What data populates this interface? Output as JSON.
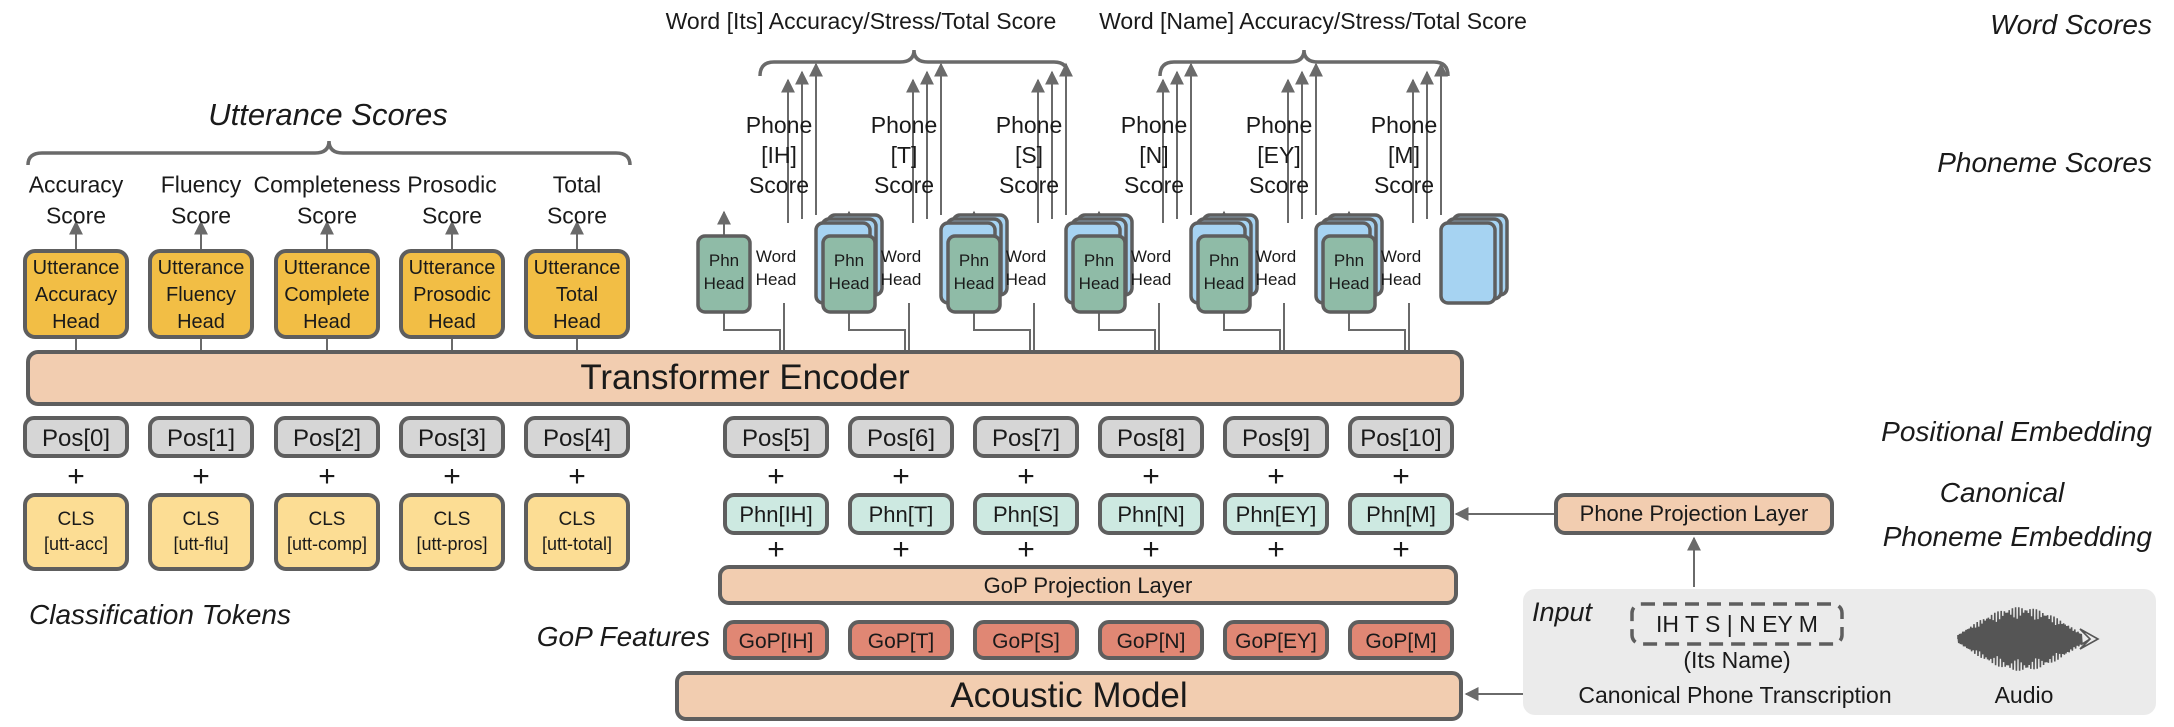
{
  "side_labels": {
    "word_scores": "Word Scores",
    "phoneme_scores": "Phoneme Scores",
    "positional_embedding": "Positional Embedding",
    "canonical_line1": "Canonical",
    "canonical_line2": "Phoneme Embedding",
    "classification_tokens": "Classification Tokens",
    "gop_features": "GoP Features",
    "utterance_scores": "Utterance Scores"
  },
  "word_headers": [
    "Word [Its] Accuracy/Stress/Total Score",
    "Word [Name] Accuracy/Stress/Total Score"
  ],
  "utterance": [
    {
      "score": [
        "Accuracy",
        "Score"
      ],
      "head": [
        "Utterance",
        "Accuracy",
        "Head"
      ],
      "pos": "Pos[0]",
      "cls": [
        "CLS",
        "[utt-acc]"
      ]
    },
    {
      "score": [
        "Fluency",
        "Score"
      ],
      "head": [
        "Utterance",
        "Fluency",
        "Head"
      ],
      "pos": "Pos[1]",
      "cls": [
        "CLS",
        "[utt-flu]"
      ]
    },
    {
      "score": [
        "Completeness",
        "Score"
      ],
      "head": [
        "Utterance",
        "Complete",
        "Head"
      ],
      "pos": "Pos[2]",
      "cls": [
        "CLS",
        "[utt-comp]"
      ]
    },
    {
      "score": [
        "Prosodic",
        "Score"
      ],
      "head": [
        "Utterance",
        "Prosodic",
        "Head"
      ],
      "pos": "Pos[3]",
      "cls": [
        "CLS",
        "[utt-pros]"
      ]
    },
    {
      "score": [
        "Total",
        "Score"
      ],
      "head": [
        "Utterance",
        "Total",
        "Head"
      ],
      "pos": "Pos[4]",
      "cls": [
        "CLS",
        "[utt-total]"
      ]
    }
  ],
  "phonemes": [
    {
      "score": [
        "Phone",
        "[IH]",
        "Score"
      ],
      "pos": "Pos[5]",
      "phn": "Phn[IH]",
      "gop": "GoP[IH]"
    },
    {
      "score": [
        "Phone",
        "[T]",
        "Score"
      ],
      "pos": "Pos[6]",
      "phn": "Phn[T]",
      "gop": "GoP[T]"
    },
    {
      "score": [
        "Phone",
        "[S]",
        "Score"
      ],
      "pos": "Pos[7]",
      "phn": "Phn[S]",
      "gop": "GoP[S]"
    },
    {
      "score": [
        "Phone",
        "[N]",
        "Score"
      ],
      "pos": "Pos[8]",
      "phn": "Phn[N]",
      "gop": "GoP[N]"
    },
    {
      "score": [
        "Phone",
        "[EY]",
        "Score"
      ],
      "pos": "Pos[9]",
      "phn": "Phn[EY]",
      "gop": "GoP[EY]"
    },
    {
      "score": [
        "Phone",
        "[M]",
        "Score"
      ],
      "pos": "Pos[10]",
      "phn": "Phn[M]",
      "gop": "GoP[M]"
    }
  ],
  "phn_head": [
    "Phn",
    "Head"
  ],
  "word_head": [
    "Word",
    "Head"
  ],
  "plus": "+",
  "transformer_encoder": "Transformer Encoder",
  "gop_projection": "GoP Projection Layer",
  "phone_projection": "Phone Projection Layer",
  "acoustic_model": "Acoustic Model",
  "input": {
    "label": "Input",
    "transcription": "IH T S | N EY M",
    "words": "(Its Name)",
    "caption": "Canonical Phone Transcription",
    "audio": "Audio"
  },
  "colors": {
    "utterance_head": "#F2BE45",
    "cls_token": "#FCDD94",
    "pos": "#D6D6D6",
    "phn_embed": "#CDE9E1",
    "phn_head": "#8FBBA7",
    "word_head": "#A6D3F2",
    "peach": "#F2CDB0",
    "gop": "#E08774",
    "input_bg": "#EBEBEB",
    "stroke": "#5E5E5E"
  }
}
